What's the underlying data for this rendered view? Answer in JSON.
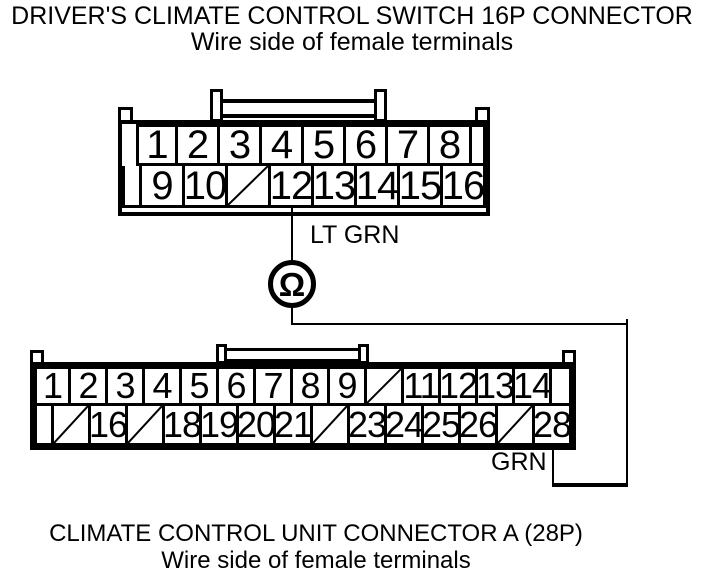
{
  "colors": {
    "ink": "#000000",
    "paper": "#ffffff"
  },
  "header": {
    "title": "DRIVER'S CLIMATE CONTROL SWITCH 16P CONNECTOR",
    "subtitle": "Wire side of female terminals"
  },
  "footer": {
    "title": "CLIMATE CONTROL UNIT CONNECTOR A (28P)",
    "subtitle": "Wire side of female terminals"
  },
  "meter": {
    "symbol": "Ω"
  },
  "wires": {
    "upper_wire_color_label": "LT GRN",
    "lower_wire_color_label": "GRN"
  },
  "connector_16p": {
    "rows": [
      [
        {
          "type": "spacer",
          "w": 14
        },
        {
          "n": "1"
        },
        {
          "n": "2"
        },
        {
          "n": "3"
        },
        {
          "n": "4"
        },
        {
          "n": "5"
        },
        {
          "n": "6"
        },
        {
          "n": "7"
        },
        {
          "n": "8"
        },
        {
          "type": "empty",
          "w": 14
        }
      ],
      [
        {
          "type": "empty",
          "w": 20
        },
        {
          "n": "9"
        },
        {
          "n": "10"
        },
        {
          "type": "slash"
        },
        {
          "n": "12"
        },
        {
          "n": "13"
        },
        {
          "n": "14"
        },
        {
          "n": "15"
        },
        {
          "n": "16"
        }
      ]
    ]
  },
  "connector_28p": {
    "rows": [
      [
        {
          "n": "1"
        },
        {
          "n": "2"
        },
        {
          "n": "3"
        },
        {
          "n": "4"
        },
        {
          "n": "5"
        },
        {
          "n": "6"
        },
        {
          "n": "7"
        },
        {
          "n": "8"
        },
        {
          "n": "9"
        },
        {
          "type": "slash"
        },
        {
          "n": "11"
        },
        {
          "n": "12"
        },
        {
          "n": "13"
        },
        {
          "n": "14"
        },
        {
          "type": "empty",
          "w": 20
        }
      ],
      [
        {
          "type": "empty",
          "w": 20
        },
        {
          "type": "slash"
        },
        {
          "n": "16"
        },
        {
          "type": "slash"
        },
        {
          "n": "18"
        },
        {
          "n": "19"
        },
        {
          "n": "20"
        },
        {
          "n": "21"
        },
        {
          "type": "slash"
        },
        {
          "n": "23"
        },
        {
          "n": "24"
        },
        {
          "n": "25"
        },
        {
          "n": "26"
        },
        {
          "type": "slash"
        },
        {
          "n": "28"
        }
      ]
    ]
  }
}
